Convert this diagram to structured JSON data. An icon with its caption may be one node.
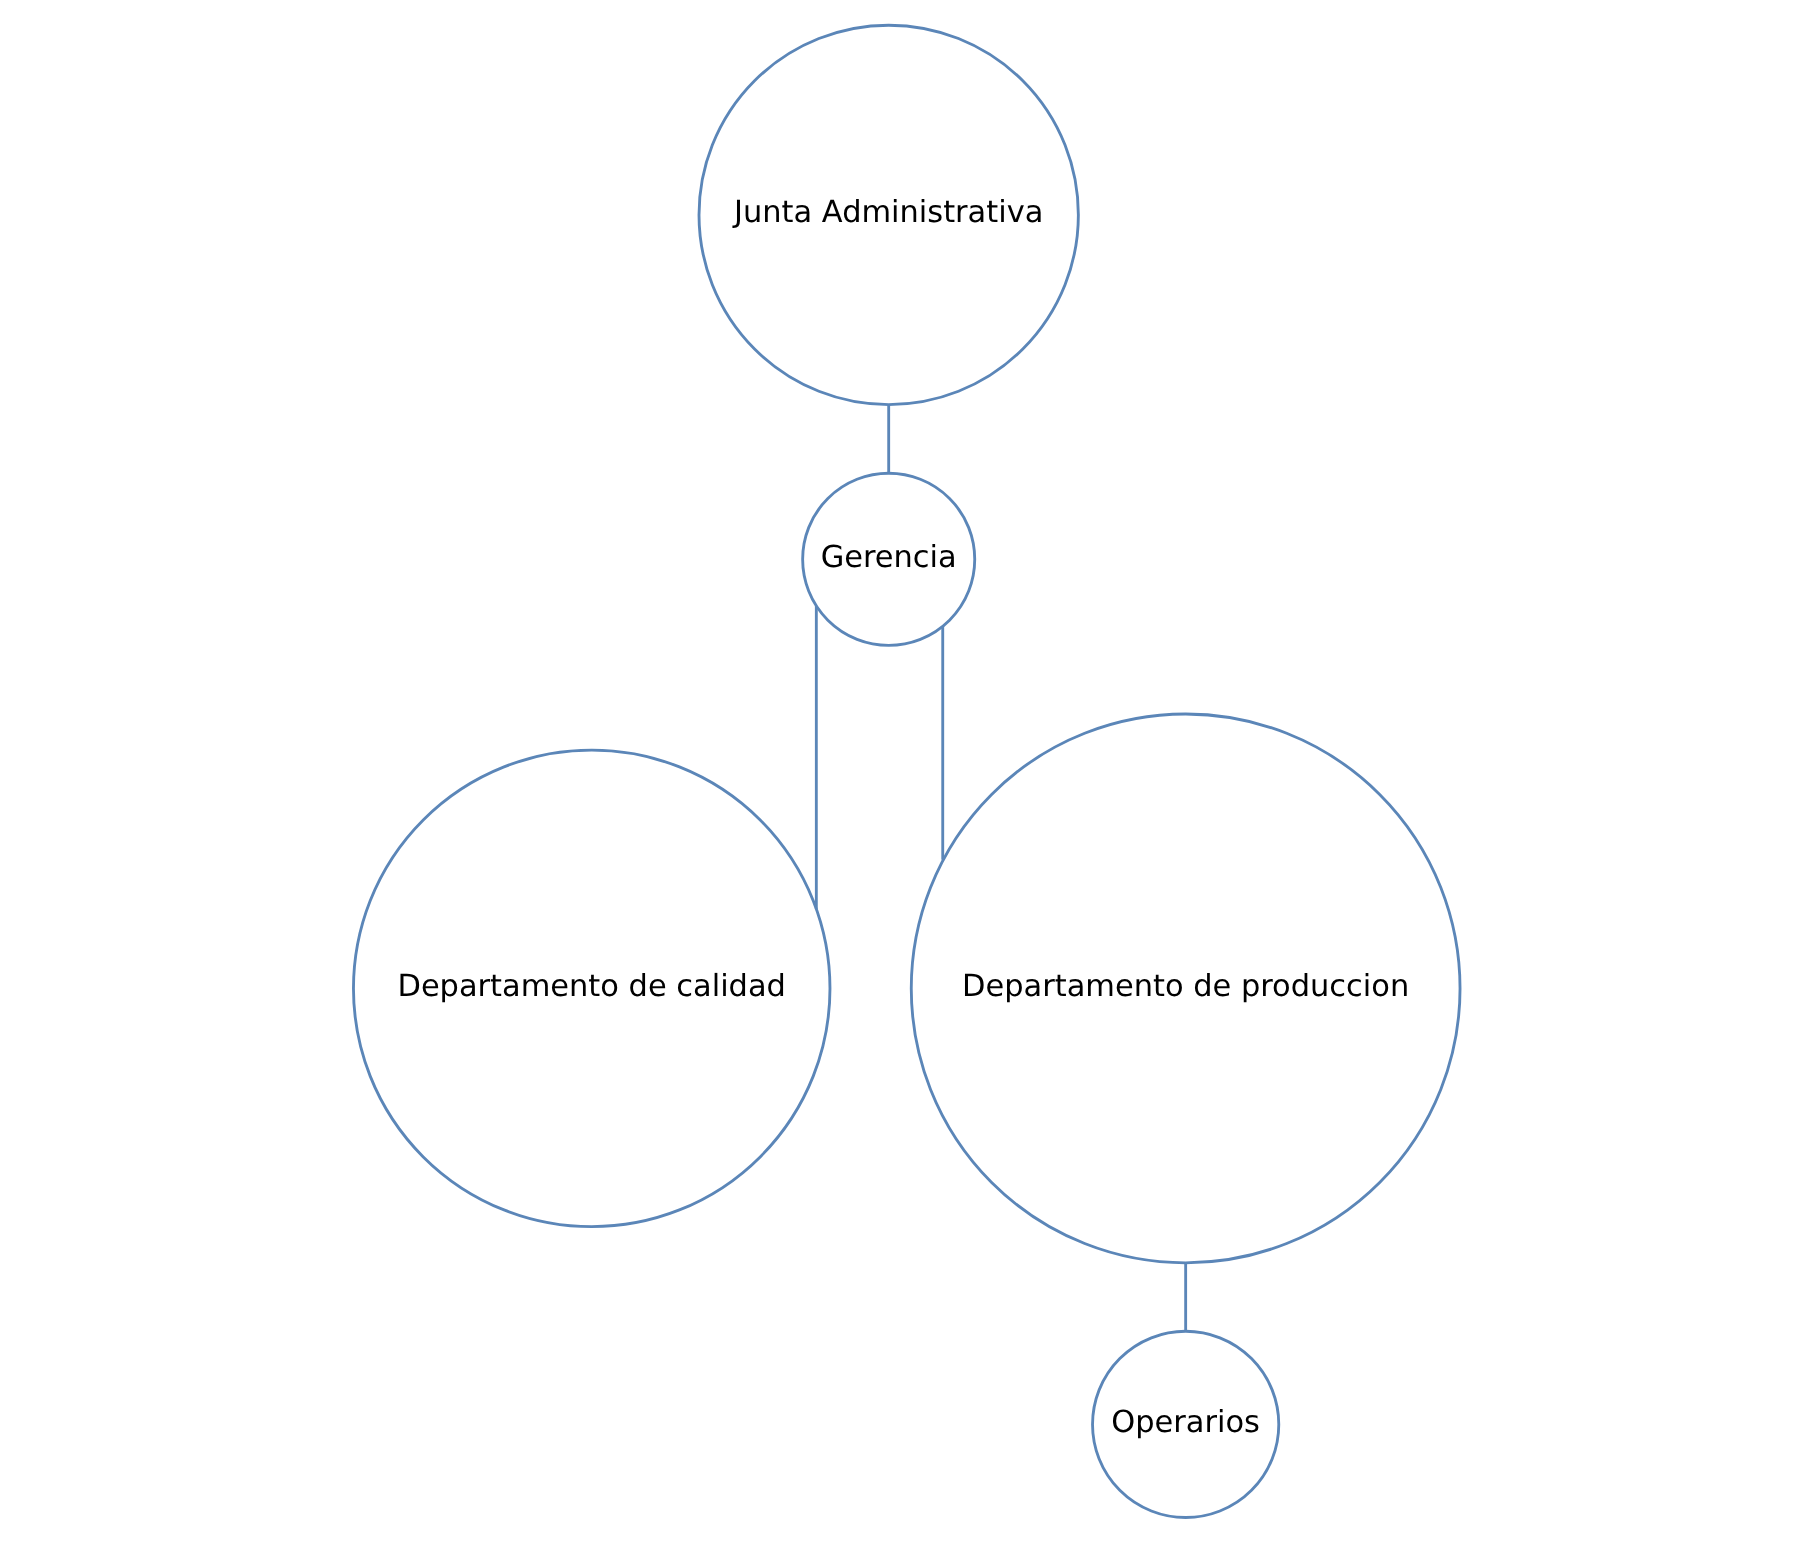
{
  "diagram": {
    "nodes": [
      {
        "text": [
          "Junta Administrativa"
        ]
      },
      {
        "text": [
          "Gerencia"
        ]
      },
      {
        "text": [
          "Departamento de calidad"
        ]
      },
      {
        "text": [
          "Departamento de produccion"
        ]
      },
      {
        "text": [
          "Operarios"
        ]
      }
    ],
    "edges": [
      {
        "from": 0,
        "to": 1,
        "arrow": "none"
      },
      {
        "from": 1,
        "to": 2,
        "arrow": "none"
      },
      {
        "from": 1,
        "to": 3,
        "arrow": "none"
      },
      {
        "from": 3,
        "to": 4,
        "arrow": "none"
      }
    ]
  }
}
